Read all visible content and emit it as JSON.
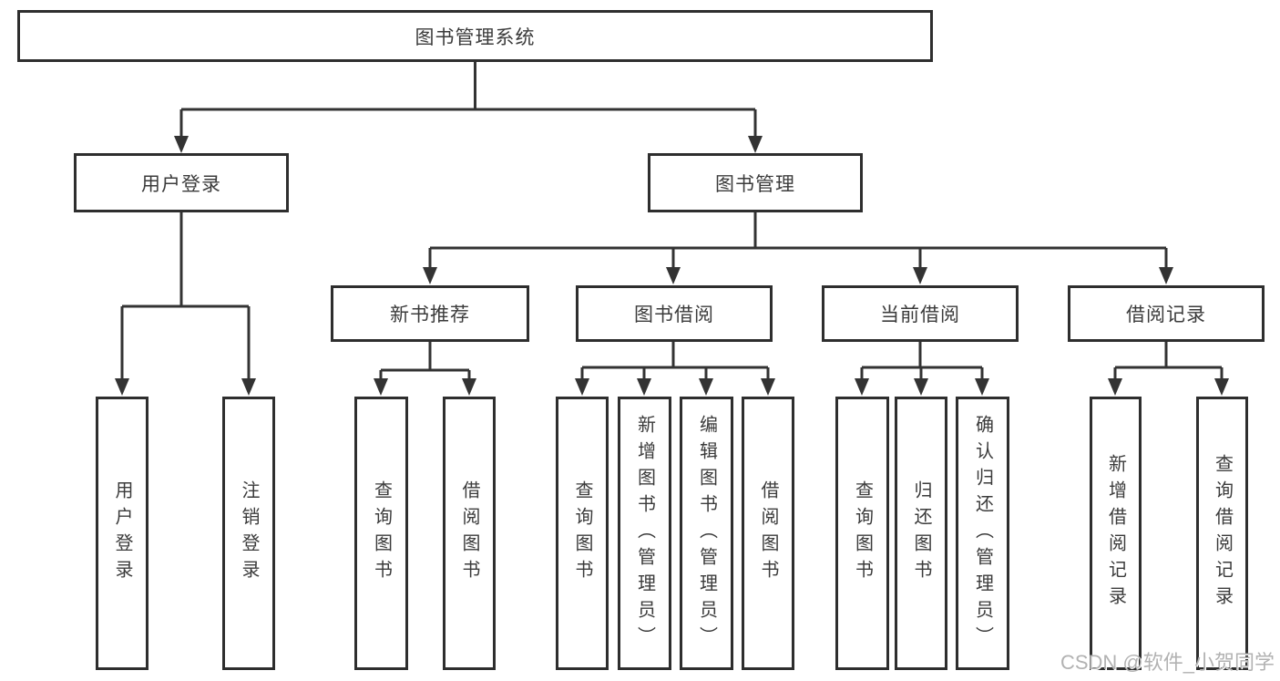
{
  "colors": {
    "line": "#333333",
    "box_border": "#2e2e2e",
    "text": "#3b3b3b",
    "watermark": "#b2b2b2",
    "background": "#ffffff"
  },
  "root": {
    "label": "图书管理系统"
  },
  "level2": [
    {
      "id": "user-login",
      "label": "用户登录"
    },
    {
      "id": "book-management",
      "label": "图书管理"
    }
  ],
  "level3": [
    {
      "id": "new-book-recommend",
      "label": "新书推荐"
    },
    {
      "id": "book-borrow",
      "label": "图书借阅"
    },
    {
      "id": "current-borrow",
      "label": "当前借阅"
    },
    {
      "id": "borrow-records",
      "label": "借阅记录"
    }
  ],
  "leaves": [
    {
      "id": "user-login-action",
      "label": "用户登录",
      "parent": "用户登录"
    },
    {
      "id": "logout",
      "label": "注销登录",
      "parent": "用户登录"
    },
    {
      "id": "query-books-recommend",
      "label": "查询图书",
      "parent": "新书推荐"
    },
    {
      "id": "borrow-books-recommend",
      "label": "借阅图书",
      "parent": "新书推荐"
    },
    {
      "id": "query-books-borrow",
      "label": "查询图书",
      "parent": "图书借阅"
    },
    {
      "id": "add-books-admin",
      "label": "新增图书（管理员）",
      "parent": "图书借阅"
    },
    {
      "id": "edit-books-admin",
      "label": "编辑图书（管理员）",
      "parent": "图书借阅"
    },
    {
      "id": "borrow-books",
      "label": "借阅图书",
      "parent": "图书借阅"
    },
    {
      "id": "query-books-current",
      "label": "查询图书",
      "parent": "当前借阅"
    },
    {
      "id": "return-books",
      "label": "归还图书",
      "parent": "当前借阅"
    },
    {
      "id": "confirm-return-admin",
      "label": "确认归还（管理员）",
      "parent": "当前借阅"
    },
    {
      "id": "add-borrow-record",
      "label": "新增借阅记录",
      "parent": "借阅记录"
    },
    {
      "id": "query-borrow-record",
      "label": "查询借阅记录",
      "parent": "借阅记录"
    }
  ],
  "watermark": {
    "text": "CSDN @软件_小贺同学"
  }
}
